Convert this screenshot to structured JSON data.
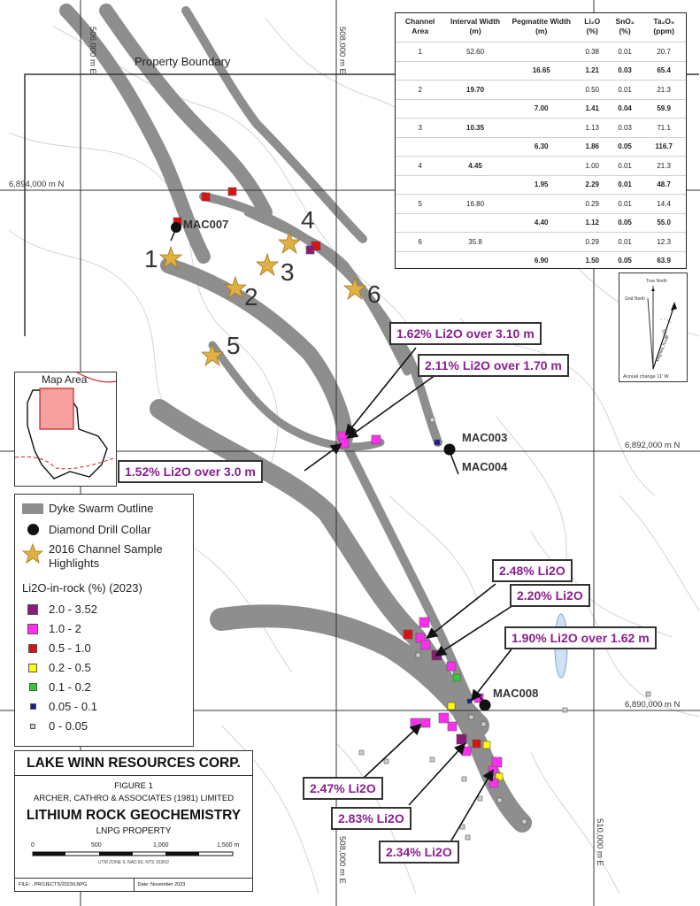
{
  "grid": {
    "easting_labels": [
      "506,000 m E",
      "508,000 m E",
      "508,000 m E",
      "510,000 m E"
    ],
    "northing_labels": [
      "6,894,000 m N",
      "6,892,000 m N",
      "6,890,000 m N"
    ]
  },
  "property_boundary_label": "Property Boundary",
  "channel_numbers": [
    "1",
    "2",
    "3",
    "4",
    "5",
    "6"
  ],
  "drill_collars": [
    "MAC007",
    "MAC003",
    "MAC004",
    "MAC008"
  ],
  "callouts": [
    "1.62% Li2O over 3.10 m",
    "2.11% Li2O over 1.70 m",
    "1.52% Li2O over 3.0 m",
    "2.48% Li2O",
    "2.20% Li2O",
    "1.90% Li2O over 1.62 m",
    "2.47% Li2O",
    "2.83% Li2O",
    "2.34% Li2O"
  ],
  "table": {
    "headers": [
      "Channel Area",
      "Interval Width (m)",
      "Pegmatite Width (m)",
      "Li₂O (%)",
      "SnO₂ (%)",
      "Ta₂O₅ (ppm)"
    ],
    "rows": [
      [
        "1",
        "52.60",
        "",
        "0.38",
        "0.01",
        "20.7"
      ],
      [
        "",
        "",
        "16.65",
        "1.21",
        "0.03",
        "65.4"
      ],
      [
        "2",
        "19.70",
        "",
        "0.50",
        "0.01",
        "21.3"
      ],
      [
        "",
        "",
        "7.00",
        "1.41",
        "0.04",
        "59.9"
      ],
      [
        "3",
        "10.35",
        "",
        "1.13",
        "0.03",
        "71.1"
      ],
      [
        "",
        "",
        "6.30",
        "1.86",
        "0.05",
        "116.7"
      ],
      [
        "4",
        "4.45",
        "",
        "1.00",
        "0.01",
        "21.3"
      ],
      [
        "",
        "",
        "1.95",
        "2.29",
        "0.01",
        "48.7"
      ],
      [
        "5",
        "16.80",
        "",
        "0.29",
        "0.01",
        "14.4"
      ],
      [
        "",
        "",
        "4.40",
        "1.12",
        "0.05",
        "55.0"
      ],
      [
        "6",
        "35.8",
        "",
        "0.29",
        "0.01",
        "12.3"
      ],
      [
        "",
        "",
        "6.90",
        "1.50",
        "0.05",
        "63.9"
      ]
    ]
  },
  "north_arrow": {
    "true_north": "True North",
    "grid_north": "Grid North",
    "declination": "19.5°",
    "magnetic_north": "Magnetic North",
    "annual_change": "Annual change 11' W"
  },
  "inset_label": "Map Area",
  "legend": {
    "dyke": "Dyke Swarm Outline",
    "collar": "Diamond Drill Collar",
    "channel": "2016 Channel Sample Highlights",
    "subtitle": "Li2O-in-rock (%) (2023)",
    "classes": [
      {
        "label": "2.0 - 3.52",
        "color": "#8b1a7a"
      },
      {
        "label": "1.0 - 2",
        "color": "#ff2ef0"
      },
      {
        "label": "0.5 - 1.0",
        "color": "#e01010"
      },
      {
        "label": "0.2 - 0.5",
        "color": "#ffff00"
      },
      {
        "label": "0.1 - 0.2",
        "color": "#33cc33"
      },
      {
        "label": "0.05 - 0.1",
        "color": "#1a1a9a"
      },
      {
        "label": "0 - 0.05",
        "color": "#cfcfcf"
      }
    ]
  },
  "title_block": {
    "company": "LAKE WINN RESOURCES CORP.",
    "figure": "FIGURE 1",
    "firm": "ARCHER, CATHRO & ASSOCIATES (1981) LIMITED",
    "title": "LITHIUM ROCK GEOCHEMISTRY",
    "property": "LNPG PROPERTY",
    "scale_ticks": [
      "0",
      "500",
      "1,000",
      "1,500 m"
    ],
    "projection": "UTM ZONE 9, NAD 83, NTS 103I02",
    "file": "FILE: ..PROJECTS/2023/LNPG",
    "date": "Date: November 2023"
  },
  "colors": {
    "dyke": "#8e8e8e",
    "contour": "#cfcfcf",
    "grid": "#333333",
    "callout_text": "#8b1e8f",
    "star": "#e0b040"
  }
}
